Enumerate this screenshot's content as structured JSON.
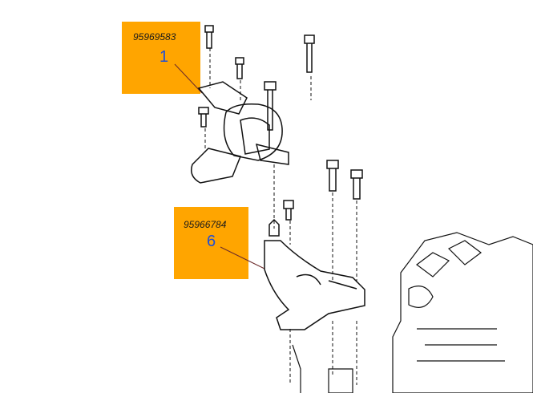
{
  "callouts": [
    {
      "part_number": "95969583",
      "ref": "1"
    },
    {
      "part_number": "95966784",
      "ref": "6"
    }
  ],
  "colors": {
    "callout_bg": "#FFA500",
    "ref_text": "#1f4fd6",
    "leader": "#6b2a2a"
  }
}
